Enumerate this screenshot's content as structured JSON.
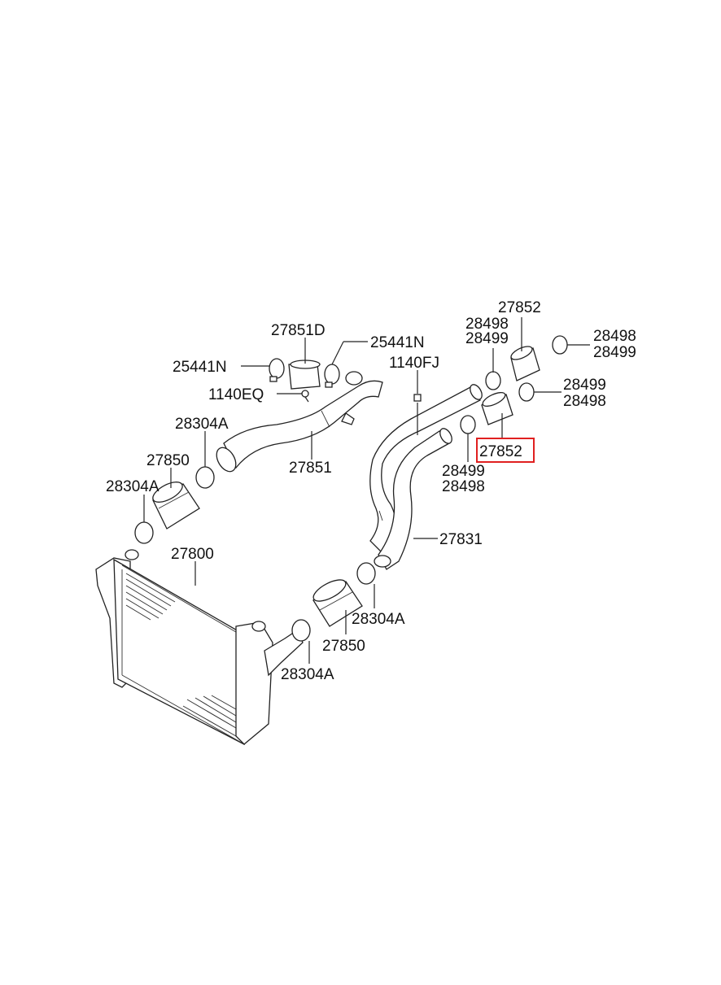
{
  "labels": {
    "l_27852_top": "27852",
    "l_28498_a": "28498",
    "l_28499_a": "28499",
    "l_28498_r1": "28498",
    "l_28499_r1": "28499",
    "l_28499_r2": "28499",
    "l_28498_r2": "28498",
    "l_27852_sel": "27852",
    "l_28499_b": "28499",
    "l_28498_b": "28498",
    "l_27851D": "27851D",
    "l_25441N_r": "25441N",
    "l_25441N_l": "25441N",
    "l_1140FJ": "1140FJ",
    "l_1140EQ": "1140EQ",
    "l_28304A_1": "28304A",
    "l_27851": "27851",
    "l_27850_l": "27850",
    "l_28304A_2": "28304A",
    "l_27831": "27831",
    "l_27800": "27800",
    "l_28304A_3": "28304A",
    "l_27850_r": "27850",
    "l_28304A_4": "28304A"
  },
  "highlight": {
    "part_number": "27852",
    "color": "#e02020"
  }
}
